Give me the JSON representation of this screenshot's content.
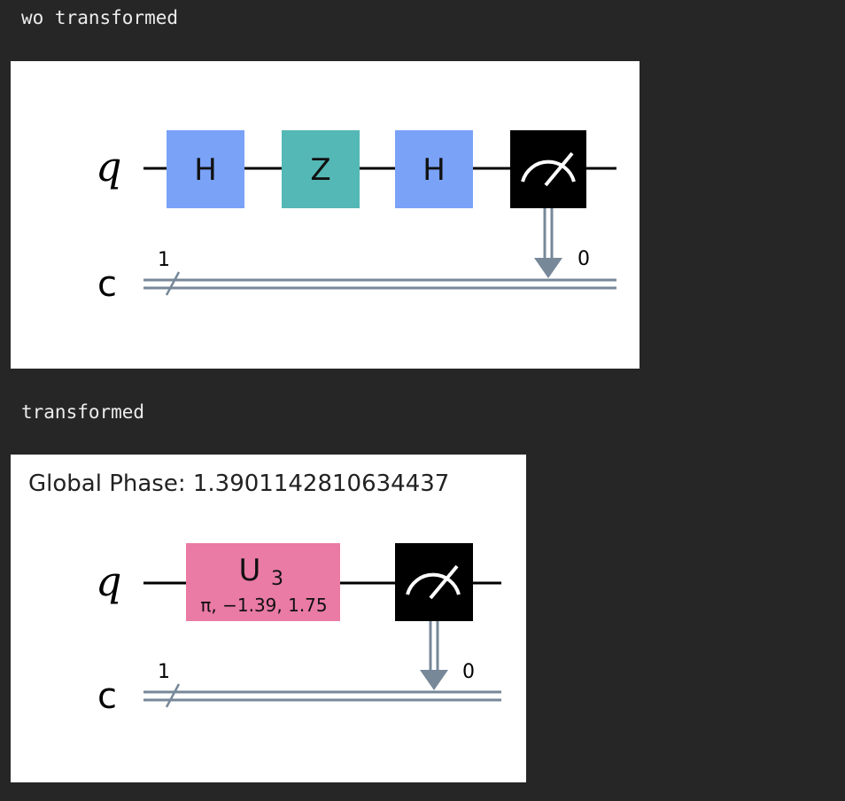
{
  "cells": [
    {
      "output_label": "wo transformed",
      "qubit_label": "q",
      "clbit_label": "c",
      "clbit_width": "1",
      "measure_target": "0",
      "gates": [
        {
          "label": "H",
          "color": "#7aa2f7"
        },
        {
          "label": "Z",
          "color": "#54b8b6"
        },
        {
          "label": "H",
          "color": "#7aa2f7"
        }
      ]
    },
    {
      "output_label": "transformed",
      "global_phase": "Global Phase: 1.3901142810634437",
      "qubit_label": "q",
      "clbit_label": "c",
      "clbit_width": "1",
      "measure_target": "0",
      "gates": [
        {
          "label": "U",
          "subscript": "3",
          "params": "π, −1.39, 1.75",
          "color": "#e97ba4"
        }
      ]
    }
  ],
  "colors": {
    "background": "#262626",
    "panel": "#ffffff",
    "wire": "#000000",
    "classical_wire": "#778899",
    "measure_box": "#000000"
  },
  "icons": [
    "measurement-meter-icon",
    "classical-arrow-icon"
  ]
}
